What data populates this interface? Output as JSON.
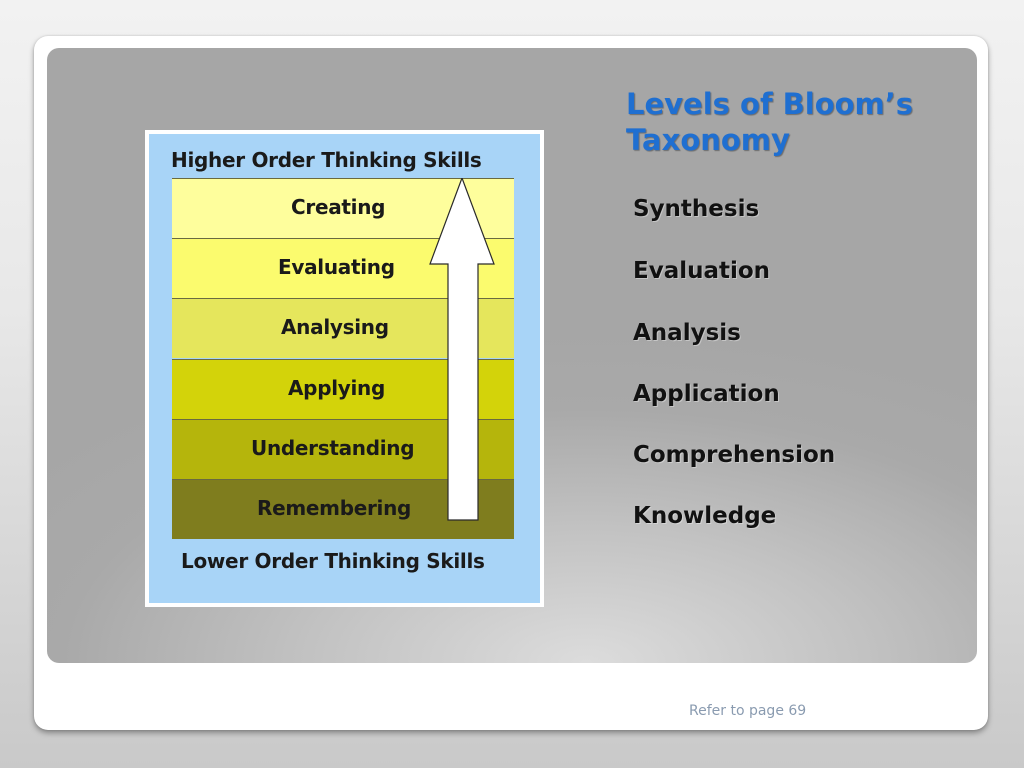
{
  "slide": {
    "title": "Levels of Bloom’s Taxonomy",
    "footer_note": "Refer to page 69"
  },
  "diagram": {
    "header": "Higher Order  Thinking Skills",
    "footer": "Lower Order Thinking Skills",
    "arrow": "up-arrow",
    "levels": [
      {
        "label": "Creating",
        "color": "#fefe9c"
      },
      {
        "label": "Evaluating",
        "color": "#fbfb6e"
      },
      {
        "label": "Analysing",
        "color": "#e5e65c"
      },
      {
        "label": "Applying",
        "color": "#d3d30a"
      },
      {
        "label": "Understanding",
        "color": "#b5b50c"
      },
      {
        "label": "Remembering",
        "color": "#7f7d1e"
      }
    ]
  },
  "terms": [
    "Synthesis",
    "Evaluation",
    "Analysis",
    "Application",
    "Comprehension",
    "Knowledge"
  ],
  "colors": {
    "title": "#1f6fd1",
    "diagram_background": "#a8d4f7"
  }
}
